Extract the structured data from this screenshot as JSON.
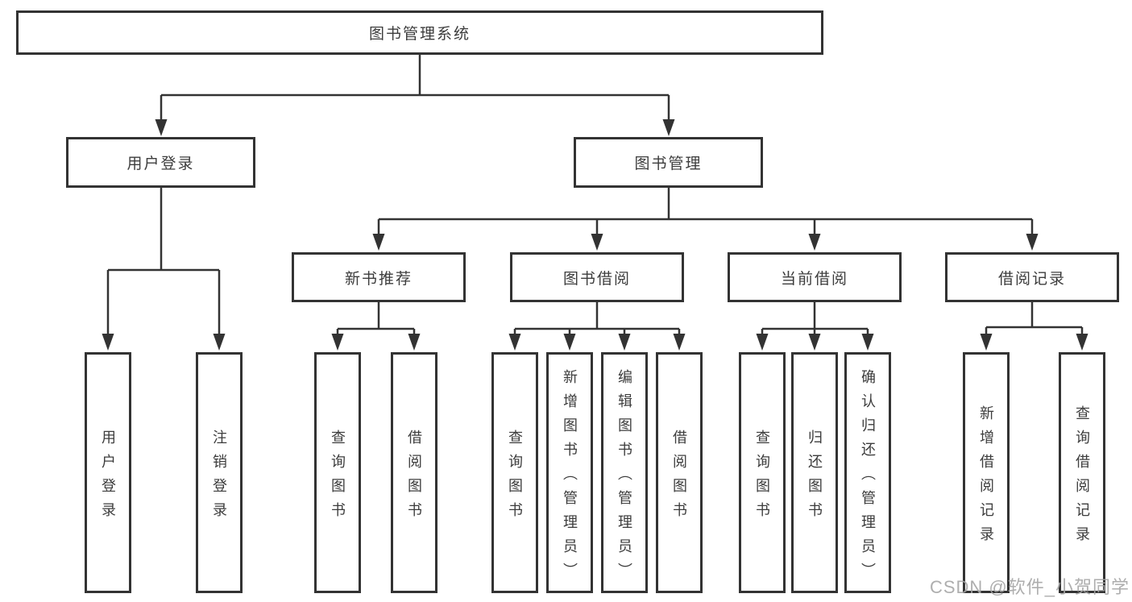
{
  "diagram": {
    "root": {
      "label": "图书管理系统"
    },
    "level1": [
      {
        "label": "用户登录"
      },
      {
        "label": "图书管理"
      }
    ],
    "level2": [
      {
        "label": "新书推荐"
      },
      {
        "label": "图书借阅"
      },
      {
        "label": "当前借阅"
      },
      {
        "label": "借阅记录"
      }
    ],
    "leaves": {
      "user_login": [
        {
          "label": "用户登录"
        },
        {
          "label": "注销登录"
        }
      ],
      "new_books": [
        {
          "label": "查询图书"
        },
        {
          "label": "借阅图书"
        }
      ],
      "book_borrow": [
        {
          "label": "查询图书"
        },
        {
          "label": "新增图书（管理员）"
        },
        {
          "label": "编辑图书（管理员）"
        },
        {
          "label": "借阅图书"
        }
      ],
      "current_borrow": [
        {
          "label": "查询图书"
        },
        {
          "label": "归还图书"
        },
        {
          "label": "确认归还（管理员）"
        }
      ],
      "borrow_records": [
        {
          "label": "新增借阅记录"
        },
        {
          "label": "查询借阅记录"
        }
      ]
    }
  },
  "watermark": {
    "text": "CSDN @软件_小贺同学"
  },
  "colors": {
    "line": "#333333",
    "box_border": "#333333",
    "text": "#3c3c3c",
    "watermark": "#a5a5a5",
    "background": "#ffffff"
  }
}
